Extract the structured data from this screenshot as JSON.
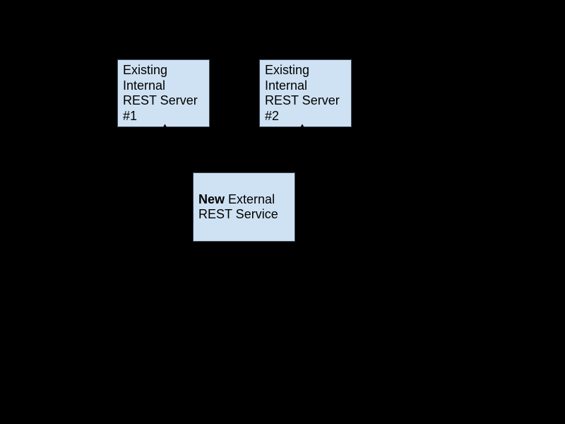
{
  "diagram": {
    "background_color": "#000000",
    "style": {
      "node_fill": "#cfe2f3",
      "node_border": "#3d4a57",
      "node_text_color": "#000000",
      "connector_color": "#000000"
    },
    "nodes": {
      "server1": {
        "label": "Existing Internal REST Server #1",
        "lines": [
          "Existing",
          "Internal",
          "REST Server",
          "#1"
        ]
      },
      "server2": {
        "label": "Existing Internal REST Server #2",
        "lines": [
          "Existing",
          "Internal",
          "REST Server",
          "#2"
        ]
      },
      "service": {
        "label": "New External REST Service",
        "line1_bold": "New",
        "line1_regular": "External",
        "line2": "REST Service"
      }
    },
    "connectors": [
      {
        "from": "new-external-rest-service",
        "to": "existing-internal-rest-server-1",
        "arrowhead": "up"
      },
      {
        "from": "new-external-rest-service",
        "to": "existing-internal-rest-server-2",
        "arrowhead": "up"
      }
    ]
  }
}
